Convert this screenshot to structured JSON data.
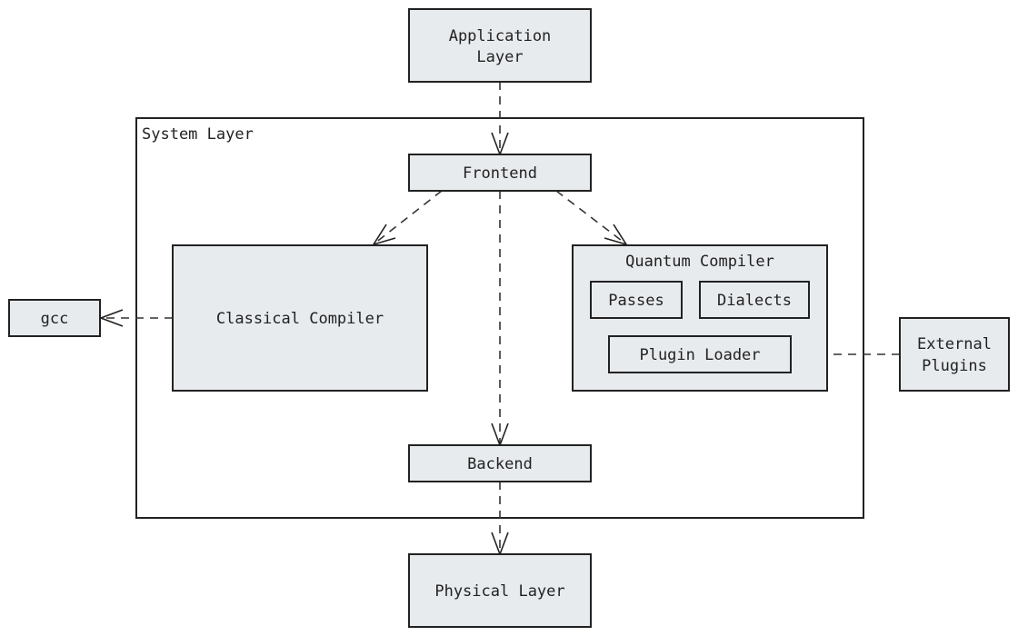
{
  "diagram": {
    "type": "component-diagram",
    "containers": [
      {
        "id": "system",
        "label": "System Layer"
      }
    ],
    "nodes": [
      {
        "id": "app",
        "lines": [
          "Application",
          "Layer"
        ]
      },
      {
        "id": "frontend",
        "lines": [
          "Frontend"
        ]
      },
      {
        "id": "classical",
        "lines": [
          "Classical Compiler"
        ]
      },
      {
        "id": "quantum",
        "lines": [
          "Quantum Compiler"
        ]
      },
      {
        "id": "passes",
        "lines": [
          "Passes"
        ]
      },
      {
        "id": "dialects",
        "lines": [
          "Dialects"
        ]
      },
      {
        "id": "plugin_loader",
        "lines": [
          "Plugin Loader"
        ]
      },
      {
        "id": "backend",
        "lines": [
          "Backend"
        ]
      },
      {
        "id": "physical",
        "lines": [
          "Physical Layer"
        ]
      },
      {
        "id": "gcc",
        "lines": [
          "gcc"
        ]
      },
      {
        "id": "external",
        "lines": [
          "External",
          "Plugins"
        ]
      }
    ],
    "edges": [
      {
        "from": "app",
        "to": "frontend",
        "style": "dashed",
        "arrow": "open"
      },
      {
        "from": "frontend",
        "to": "classical",
        "style": "dashed",
        "arrow": "open"
      },
      {
        "from": "frontend",
        "to": "quantum",
        "style": "dashed",
        "arrow": "open"
      },
      {
        "from": "frontend",
        "to": "backend",
        "style": "dashed",
        "arrow": "open"
      },
      {
        "from": "backend",
        "to": "physical",
        "style": "dashed",
        "arrow": "open"
      },
      {
        "from": "classical",
        "to": "gcc",
        "style": "dashed",
        "arrow": "open"
      },
      {
        "from": "external",
        "to": "plugin_loader",
        "style": "dashed",
        "arrow": "open"
      }
    ],
    "colors": {
      "node_fill": "#e8ebee",
      "stroke": "#222222",
      "background": "#ffffff"
    }
  }
}
